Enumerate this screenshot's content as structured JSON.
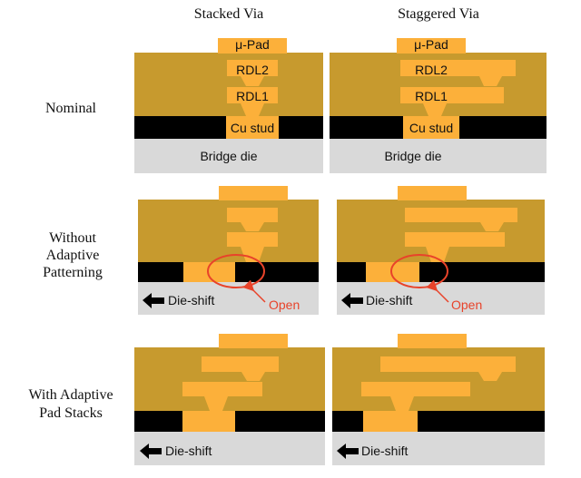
{
  "columns": {
    "stacked": "Stacked Via",
    "staggered": "Staggered Via"
  },
  "rows": {
    "nominal": "Nominal",
    "without": [
      "Without",
      "Adaptive",
      "Patterning"
    ],
    "with": [
      "With Adaptive",
      "Pad Stacks"
    ]
  },
  "layers": {
    "pad": "μ-Pad",
    "rdl2": "RDL2",
    "rdl1": "RDL1",
    "cu_stud": "Cu stud",
    "bridge_die": "Bridge die"
  },
  "annotations": {
    "die_shift": "Die-shift",
    "open": "Open"
  },
  "colors": {
    "dielectric": "#C79A2E",
    "copper": "#FCB03A",
    "mold": "#000000",
    "bridge": "#D9D9D9",
    "open_marker": "#E8432A"
  }
}
